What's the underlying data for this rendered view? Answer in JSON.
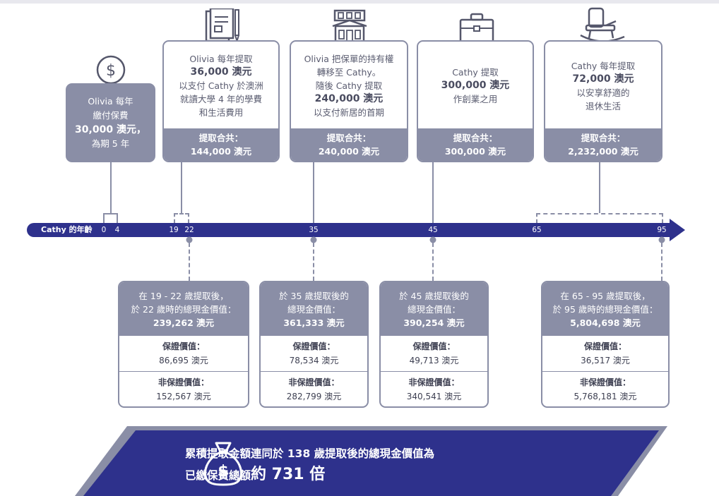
{
  "timeline": {
    "axis_label": "Cathy 的年齡",
    "ticks": [
      "0",
      "4",
      "19",
      "22",
      "35",
      "45",
      "65",
      "95"
    ]
  },
  "cards_top": [
    {
      "id": "premium",
      "lines": [
        "Olivia 每年",
        "繳付保費"
      ],
      "amount": "30,000 澳元，",
      "tail": [
        "為期 5 年"
      ],
      "icon": "dollar-coin-icon"
    },
    {
      "id": "education",
      "lines": [
        "Olivia 每年提取"
      ],
      "amount": "36,000 澳元",
      "tail": [
        "以支付 Cathy 於澳洲",
        "就讀大學 4 年的學費",
        "和生活費用"
      ],
      "total_label": "提取合共：",
      "total_value": "144,000 澳元",
      "icon": "graduation-notebook-icon"
    },
    {
      "id": "house",
      "lines": [
        "Olivia 把保單的持有權",
        "轉移至 Cathy。",
        "隨後 Cathy 提取"
      ],
      "amount": "240,000 澳元",
      "tail": [
        "以支付新居的首期"
      ],
      "total_label": "提取合共：",
      "total_value": "240,000 澳元",
      "icon": "house-icon"
    },
    {
      "id": "business",
      "lines": [
        "Cathy 提取"
      ],
      "amount": "300,000 澳元",
      "tail": [
        "作創業之用"
      ],
      "total_label": "提取合共：",
      "total_value": "300,000 澳元",
      "icon": "briefcase-icon"
    },
    {
      "id": "retirement",
      "lines": [
        "Cathy 每年提取"
      ],
      "amount": "72,000 澳元",
      "tail": [
        "以安享舒適的",
        "退休生活"
      ],
      "total_label": "提取合共：",
      "total_value": "2,232,000 澳元",
      "icon": "rocking-chair-icon"
    }
  ],
  "cards_bottom": [
    {
      "head": [
        "在 19 - 22 歲提取後，",
        "於 22 歲時的總現金價值："
      ],
      "total": "239,262 澳元",
      "guaranteed_label": "保證價值：",
      "guaranteed_value": "86,695 澳元",
      "non_guaranteed_label": "非保證價值：",
      "non_guaranteed_value": "152,567 澳元"
    },
    {
      "head": [
        "於 35 歲提取後的",
        "總現金價值："
      ],
      "total": "361,333 澳元",
      "guaranteed_label": "保證價值：",
      "guaranteed_value": "78,534 澳元",
      "non_guaranteed_label": "非保證價值：",
      "non_guaranteed_value": "282,799 澳元"
    },
    {
      "head": [
        "於 45 歲提取後的",
        "總現金價值："
      ],
      "total": "390,254 澳元",
      "guaranteed_label": "保證價值：",
      "guaranteed_value": "49,713 澳元",
      "non_guaranteed_label": "非保證價值：",
      "non_guaranteed_value": "340,541 澳元"
    },
    {
      "head": [
        "在 65 - 95 歲提取後，",
        "於 95 歲時的總現金價值："
      ],
      "total": "5,804,698 澳元",
      "guaranteed_label": "保證價值：",
      "guaranteed_value": "36,517 澳元",
      "non_guaranteed_label": "非保證價值：",
      "non_guaranteed_value": "5,768,181 澳元"
    }
  ],
  "banner": {
    "line1": "累積提取金額連同於 138 歲提取後的總現金價值為",
    "line2_prefix": "已繳保費總額",
    "line2_emphasis": "約 731 倍",
    "icon": "money-bag-icon"
  },
  "colors": {
    "axis": "#2e318c",
    "card_gray": "#8a8ea6",
    "banner": "#2e318c"
  }
}
